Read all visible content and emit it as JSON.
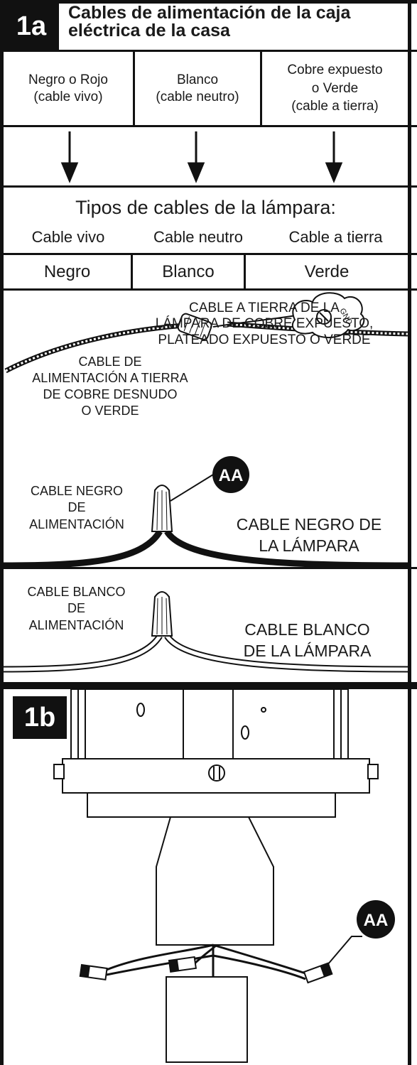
{
  "step_1a": {
    "badge": "1a",
    "title_line1": "Cables de alimentación de la caja",
    "title_line2": "eléctrica de la casa",
    "supply_wires": [
      {
        "line1": "Negro o Rojo",
        "line2": "(cable vivo)"
      },
      {
        "line1": "Blanco",
        "line2": "(cable neutro)"
      },
      {
        "line1": "Cobre expuesto",
        "line2": "o Verde",
        "line3": "(cable a tierra)"
      }
    ],
    "fixture_heading": "Tipos de cables de la lámpara:",
    "fixture_types": [
      "Cable vivo",
      "Cable neutro",
      "Cable a tierra"
    ],
    "fixture_colors": [
      "Negro",
      "Blanco",
      "Verde"
    ]
  },
  "ground_panel": {
    "fixture_ground_label": [
      "CABLE A TIERRA DE LA",
      "LÁMPARA DE COBRE EXPUESTO,",
      "PLATEADO EXPUESTO O VERDE"
    ],
    "supply_ground_label": [
      "CABLE DE",
      "ALIMENTACIÓN A TIERRA",
      "DE COBRE DESNUDO",
      "O VERDE"
    ],
    "screw_label": "GND"
  },
  "black_panel": {
    "supply_label": [
      "CABLE NEGRO",
      "DE",
      "ALIMENTACIÓN"
    ],
    "fixture_label": [
      "CABLE NEGRO DE",
      "LA LÁMPARA"
    ],
    "callout": "AA"
  },
  "white_panel": {
    "supply_label": [
      "CABLE BLANCO",
      "DE",
      "ALIMENTACIÓN"
    ],
    "fixture_label": [
      "CABLE BLANCO",
      "DE LA LÁMPARA"
    ]
  },
  "step_1b": {
    "badge": "1b",
    "callout": "AA"
  }
}
